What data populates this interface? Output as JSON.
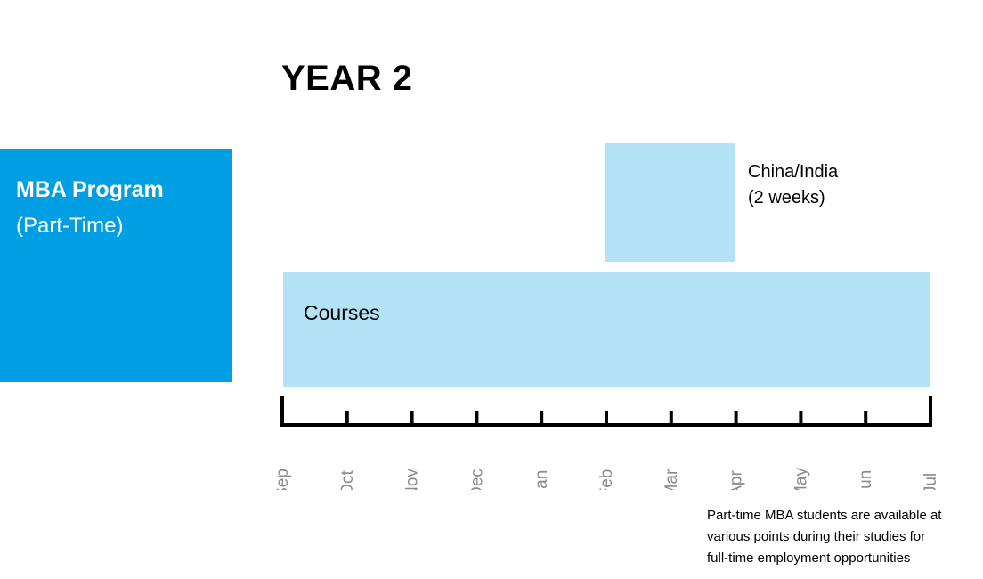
{
  "title": "YEAR 2",
  "program": {
    "name": "MBA Program",
    "subtitle": "(Part-Time)",
    "color": "#009fe3"
  },
  "bars": {
    "courses": {
      "label": "Courses",
      "start": "Sep",
      "end": "Jul",
      "color": "#b3e1f5"
    },
    "abroad": {
      "label_line1": "China/India",
      "label_line2": "(2 weeks)",
      "start": "Feb",
      "end": "Apr",
      "color": "#b3e1f5"
    }
  },
  "months": [
    "Sep",
    "Oct",
    "Nov",
    "Dec",
    "Jan",
    "Feb",
    "Mar",
    "Apr",
    "May",
    "Jun",
    "Jul"
  ],
  "note": {
    "line1": "Part-time MBA students are available at",
    "line2": "various points during their studies for",
    "line3": "full-time employment opportunities"
  }
}
